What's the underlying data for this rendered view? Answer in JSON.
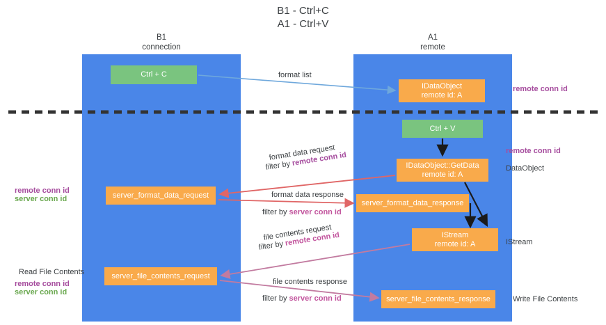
{
  "title": {
    "line1": "B1 - Ctrl+C",
    "line2": "A1 - Ctrl+V"
  },
  "lanes": [
    {
      "name": "B1",
      "role": "connection",
      "color": "#4a86e8"
    },
    {
      "name": "A1",
      "role": "remote",
      "color": "#4a86e8"
    }
  ],
  "nodes": {
    "ctrl_c": {
      "label": "Ctrl + C",
      "color": "#7ac47f"
    },
    "idataobject": {
      "label": "IDataObject",
      "sub": "remote id: A",
      "color": "#f9aa4b"
    },
    "ctrl_v": {
      "label": "Ctrl + V",
      "color": "#7ac47f"
    },
    "getdata": {
      "label": "IDataObject::GetData",
      "sub": "remote id: A",
      "color": "#f9aa4b"
    },
    "server_format_data_request": {
      "label": "server_format_data_request",
      "color": "#f9aa4b"
    },
    "server_format_data_response": {
      "label": "server_format_data_response",
      "color": "#f9aa4b"
    },
    "istream": {
      "label": "IStream",
      "sub": "remote id: A",
      "color": "#f9aa4b"
    },
    "server_file_contents_request": {
      "label": "server_file_contents_request",
      "color": "#f9aa4b"
    },
    "server_file_contents_response": {
      "label": "server_file_contents_response",
      "color": "#f9aa4b"
    }
  },
  "edges": {
    "format_list": {
      "label": "format list",
      "color": "#6fa8dc"
    },
    "format_data_request": {
      "label": "format data request",
      "filter_prefix": "filter by ",
      "filter_key": "remote conn id",
      "color": "#e06666"
    },
    "format_data_response": {
      "label": "format data response",
      "filter_prefix": "filter by ",
      "filter_key": "server conn id",
      "color": "#e06666"
    },
    "file_contents_request": {
      "label": "file contents request",
      "filter_prefix": "filter by ",
      "filter_key": "remote conn id",
      "color": "#c27ba0"
    },
    "file_contents_response": {
      "label": "file contents response",
      "filter_prefix": "filter by ",
      "filter_key": "server conn id",
      "color": "#c27ba0"
    }
  },
  "annotations": {
    "right": {
      "remote_conn_id_top": "remote conn id",
      "remote_conn_id_mid": "remote conn id",
      "dataobject": "DataObject",
      "istream": "IStream",
      "write_file_contents": "Write File Contents"
    },
    "left": {
      "remote_conn_id_1": "remote conn id",
      "server_conn_id_1": "server conn id",
      "read_file_contents": "Read File Contents",
      "remote_conn_id_2": "remote conn id",
      "server_conn_id_2": "server conn id"
    }
  },
  "colors": {
    "lane": "#4a86e8",
    "node_orange": "#f9aa4b",
    "node_green": "#7ac47f",
    "remote_conn_id": "#a64d9e",
    "server_conn_id_left": "#6aa84f",
    "server_conn_id_edge": "#c2549d",
    "divider": "#333333",
    "text": "#3c4043"
  }
}
